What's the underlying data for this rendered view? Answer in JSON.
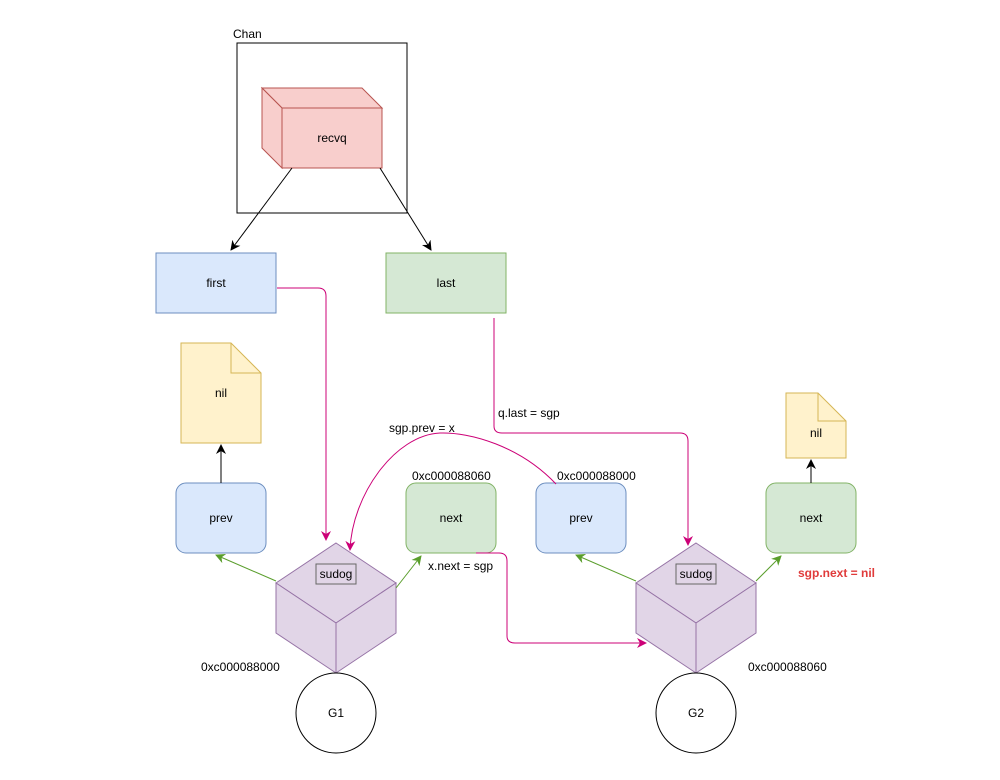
{
  "chan": {
    "title": "Chan",
    "recvq_label": "recvq"
  },
  "queue": {
    "first_label": "first",
    "last_label": "last"
  },
  "g1": {
    "prev_label": "prev",
    "next_label": "next",
    "nil_label": "nil",
    "sudog_label": "sudog",
    "address": "0xc000088000",
    "next_address": "0xc000088060",
    "goroutine_label": "G1"
  },
  "g2": {
    "prev_label": "prev",
    "next_label": "next",
    "nil_label": "nil",
    "sudog_label": "sudog",
    "address": "0xc000088060",
    "prev_address": "0xc000088000",
    "goroutine_label": "G2"
  },
  "annotations": {
    "sgp_prev": "sgp.prev = x",
    "q_last": "q.last = sgp",
    "x_next": "x.next = sgp",
    "sgp_next": "sgp.next = nil"
  },
  "colors": {
    "red_fill": "#f8cecc",
    "red_stroke": "#b85450",
    "blue_fill": "#dae8fc",
    "blue_stroke": "#6c8ebf",
    "green_fill": "#d5e8d4",
    "green_stroke": "#82b366",
    "yellow_fill": "#fff2cc",
    "yellow_stroke": "#d6b656",
    "purple_fill": "#e1d5e7",
    "purple_stroke": "#9673a6",
    "magenta_arrow": "#cc0077",
    "green_arrow": "#5a9e2c",
    "note_red": "#e03b3b"
  }
}
